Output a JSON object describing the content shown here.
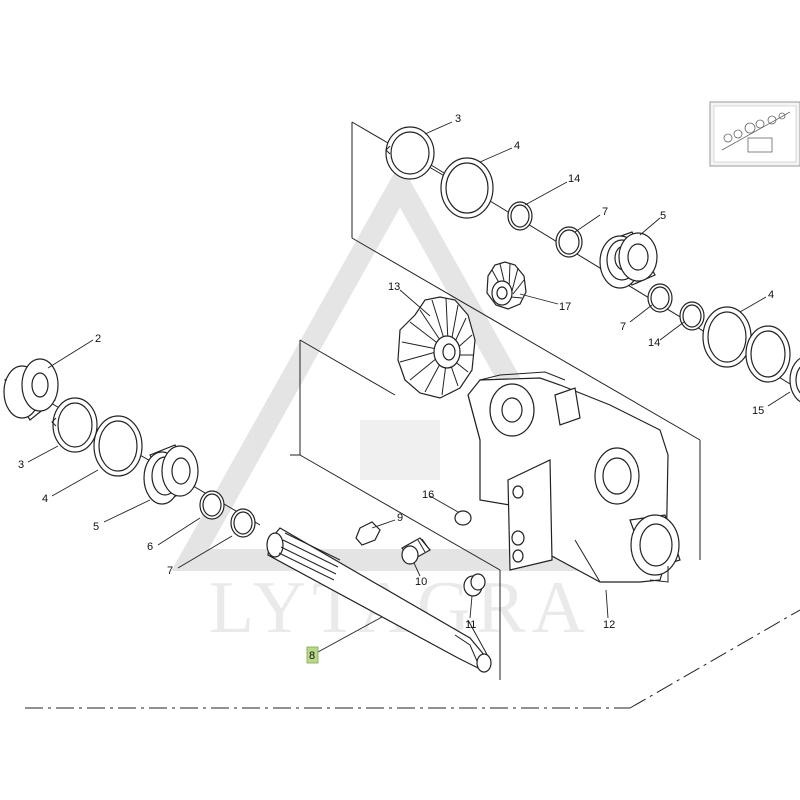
{
  "watermark": {
    "text": "LYTAGRA"
  },
  "thumbnail": {
    "name": "overview-thumbnail"
  },
  "callouts": [
    {
      "id": "c3a",
      "label": "3"
    },
    {
      "id": "c4a",
      "label": "4"
    },
    {
      "id": "c14a",
      "label": "14"
    },
    {
      "id": "c7a",
      "label": "7"
    },
    {
      "id": "c5a",
      "label": "5"
    },
    {
      "id": "c13",
      "label": "13"
    },
    {
      "id": "c17",
      "label": "17"
    },
    {
      "id": "c7b",
      "label": "7"
    },
    {
      "id": "c14b",
      "label": "14"
    },
    {
      "id": "c4b",
      "label": "4"
    },
    {
      "id": "c15",
      "label": "15"
    },
    {
      "id": "c2",
      "label": "2"
    },
    {
      "id": "c3b",
      "label": "3"
    },
    {
      "id": "c4c",
      "label": "4"
    },
    {
      "id": "c5b",
      "label": "5"
    },
    {
      "id": "c6",
      "label": "6"
    },
    {
      "id": "c7c",
      "label": "7"
    },
    {
      "id": "c9",
      "label": "9"
    },
    {
      "id": "c16",
      "label": "16"
    },
    {
      "id": "c10",
      "label": "10"
    },
    {
      "id": "c11",
      "label": "11"
    },
    {
      "id": "c12",
      "label": "12"
    },
    {
      "id": "c8",
      "label": "8",
      "highlighted": true
    }
  ],
  "colors": {
    "line": "#222222",
    "highlight": "#b8d98a",
    "watermark": "#d6d6d6"
  }
}
